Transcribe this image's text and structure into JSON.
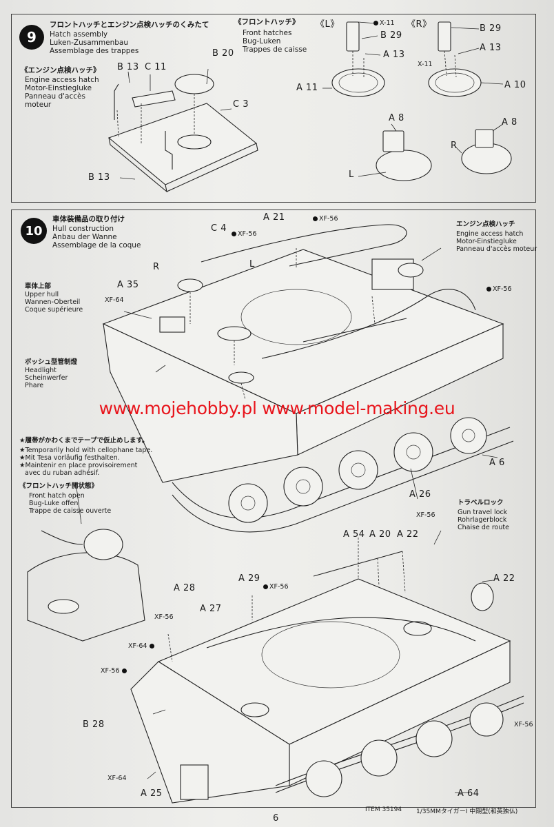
{
  "step9": {
    "number": "9",
    "title_jp": "フロントハッチとエンジン点検ハッチのくみたて",
    "title_en": "Hatch assembly",
    "title_de": "Luken-Zusammenbau",
    "title_fr": "Assemblage des trappes",
    "engine_hatch": {
      "jp": "《エンジン点検ハッチ》",
      "en": "Engine access hatch",
      "de": "Motor-Einstiegluke",
      "fr1": "Panneau d'accès",
      "fr2": "moteur"
    },
    "front_hatches": {
      "jp": "《フロントハッチ》",
      "en": "Front hatches",
      "de": "Bug-Luken",
      "fr": "Trappes de caisse"
    },
    "side_left": "《L》",
    "side_right": "《R》",
    "part_labels": {
      "b13_top": "B 13",
      "c11": "C 11",
      "b20": "B 20",
      "c3": "C 3",
      "b13_bottom": "B 13",
      "x11_left": "X-11",
      "b29_left": "B 29",
      "a13_left": "A 13",
      "a11": "A 11",
      "b29_right": "B 29",
      "x11_right": "X-11",
      "a13_right": "A 13",
      "a10": "A 10",
      "a8_left": "A 8",
      "a8_right": "A 8",
      "l": "L",
      "r": "R"
    }
  },
  "step10": {
    "number": "10",
    "title_jp": "車体装備品の取り付け",
    "title_en": "Hull construction",
    "title_de": "Anbau der Wanne",
    "title_fr": "Assemblage de la coque",
    "upper_hull": {
      "jp": "車体上部",
      "en": "Upper hull",
      "de": "Wannen-Oberteil",
      "fr": "Coque supérieure"
    },
    "headlight": {
      "jp": "ボッシュ型管制燈",
      "en": "Headlight",
      "de": "Scheinwerfer",
      "fr": "Phare"
    },
    "engine_hatch": {
      "jp": "エンジン点検ハッチ",
      "en": "Engine access hatch",
      "de": "Motor-Einstiegluke",
      "fr": "Panneau d'accès moteur"
    },
    "tape_note": {
      "jp": "★履帯がかわくまでテープで仮止めします。",
      "en": "★Temporarily hold with cellophane tape.",
      "de": "★Mit Tesa vorläufig festhalten.",
      "fr1": "★Maintenir en place provisoirement",
      "fr2": "avec du ruban adhésif."
    },
    "front_hatch_open": {
      "jp": "《フロントハッチ開状態》",
      "en": "Front hatch open",
      "de": "Bug-Luke offen",
      "fr": "Trappe de caisse ouverte"
    },
    "gun_lock": {
      "jp": "トラベルロック",
      "en": "Gun travel lock",
      "de": "Rohrlagerblock",
      "fr": "Chaise de route"
    },
    "part_labels": {
      "c4": "C 4",
      "a21": "A 21",
      "r": "R",
      "l": "L",
      "a35": "A 35",
      "a6": "A 6",
      "a26": "A 26",
      "a54": "A 54",
      "a20": "A 20",
      "a22_top": "A 22",
      "a22_right": "A 22",
      "a29": "A 29",
      "a28": "A 28",
      "a27": "A 27",
      "b28": "B 28",
      "a25": "A 25",
      "a64": "A 64"
    },
    "paint_codes": {
      "xf56_a": "XF-56",
      "xf56_b": "XF-56",
      "xf64_a": "XF-64",
      "xf56_c": "XF-56",
      "xf56_d": "XF-56",
      "xf56_e": "XF-56",
      "xf56_f": "XF-56",
      "xf64_b": "XF-64",
      "xf56_g": "XF-56",
      "xf56_h": "XF-56",
      "xf64_c": "XF-64"
    }
  },
  "watermark": "www.mojehobby.pl www.model-making.eu",
  "footer": {
    "item": "ITEM 35194",
    "title": "1/35MMタイガーI 中期型(和英独仏)",
    "page": "6"
  }
}
